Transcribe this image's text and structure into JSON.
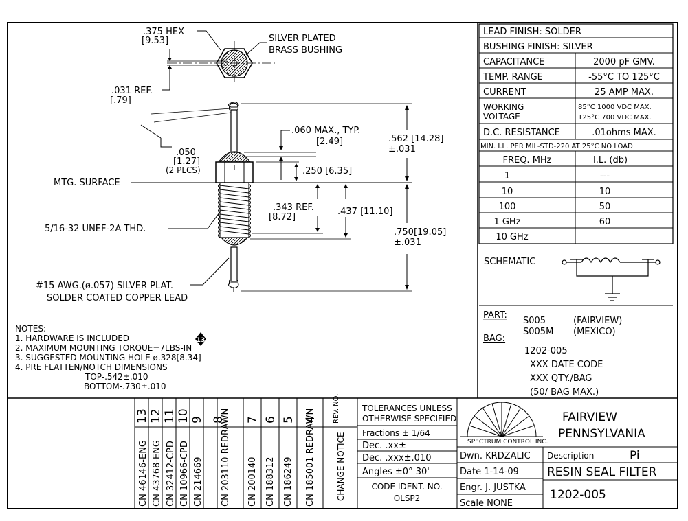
{
  "drawing": {
    "labels": {
      "hex": ".375 HEX",
      "hex_mm": "[9.53]",
      "bushing1": "SILVER PLATED",
      "bushing2": "BRASS BUSHING",
      "ref031": ".031 REF.",
      "ref031_mm": "[.79]",
      "dim050": ".050",
      "dim050_mm": "[1.27]",
      "dim050_note": "(2 PLCS)",
      "dim060": ".060 MAX., TYP.",
      "dim060_mm": "[2.49]",
      "dim562": ".562 [14.28]",
      "dim562_tol": "±.031",
      "dim250": ".250 [6.35]",
      "mtg": "MTG. SURFACE",
      "dim343": ".343  REF.",
      "dim343_mm": "[8.72]",
      "dim437": ".437 [11.10]",
      "thread": "5/16-32 UNEF-2A THD.",
      "dim750": ".750[19.05]",
      "dim750_tol": "±.031",
      "lead1": "#15 AWG.(ø.057) SILVER PLAT.",
      "lead2": "SOLDER COATED COPPER LEAD"
    },
    "notes": [
      "NOTES:",
      "1. HARDWARE IS INCLUDED",
      "2. MAXIMUM MOUNTING TORQUE=7LBS-IN",
      "3. SUGGESTED MOUNTING HOLE ø.328[8.34]",
      "4. PRE FLATTEN/NOTCH DIMENSIONS",
      "TOP-.542±.010",
      "BOTTOM-.730±.010"
    ],
    "note_badge": "13"
  },
  "spec_table": {
    "lead_finish": "LEAD FINISH:  SOLDER",
    "bushing_finish": "BUSHING FINISH:  SILVER",
    "rows": [
      {
        "label": "CAPACITANCE",
        "value": "2000 pF GMV."
      },
      {
        "label": "TEMP. RANGE",
        "value": "-55°C TO 125°C"
      },
      {
        "label": "CURRENT",
        "value": "25  AMP MAX."
      }
    ],
    "working_label1": "WORKING",
    "working_label2": "VOLTAGE",
    "working_value1": "85°C 1000 VDC MAX.",
    "working_value2": "125°C 700 VDC MAX.",
    "dc_label": "D.C. RESISTANCE",
    "dc_value": ".01ohms MAX.",
    "il_header": "MIN. I.L. PER MIL-STD-220 AT 25°C NO LOAD",
    "freq_header": "FREQ. MHz",
    "il_col_header": "I.L. (db)",
    "il_rows": [
      {
        "freq": "1",
        "il": "---"
      },
      {
        "freq": "10",
        "il": "10"
      },
      {
        "freq": "100",
        "il": "50"
      },
      {
        "freq": "1 GHz",
        "il": "60"
      },
      {
        "freq": "10 GHz",
        "il": ""
      }
    ],
    "schematic_label": "SCHEMATIC",
    "part_label": "PART:",
    "part1_num": "S005",
    "part1_loc": "(FAIRVIEW)",
    "part2_num": "S005M",
    "part2_loc": "(MEXICO)",
    "bag_label": "BAG:",
    "bag_num": "1202-005",
    "bag_line1": "XXX  DATE CODE",
    "bag_line2": "XXX QTY./BAG",
    "bag_line3": "(50/ BAG MAX.)"
  },
  "revisions": {
    "header": "REV. NO.",
    "items": [
      {
        "no": "13",
        "desc": "CN 46146-ENG"
      },
      {
        "no": "12",
        "desc": "CN 43768-ENG"
      },
      {
        "no": "11",
        "desc": "CN 32412-CPD"
      },
      {
        "no": "10",
        "desc": "CN 10966-CPD"
      },
      {
        "no": "9",
        "desc": "CN 214669"
      },
      {
        "no": "8",
        "desc": "CN 203110 REDRAWN"
      },
      {
        "no": "7",
        "desc": "CN 200140"
      },
      {
        "no": "6",
        "desc": "CN 188312"
      },
      {
        "no": "5",
        "desc": "CN 186249"
      },
      {
        "no": "4",
        "desc": "CN 185001 REDRAWN"
      }
    ],
    "change_notice": "CHANGE NOTICE"
  },
  "title_block": {
    "tol1": "TOLERANCES UNLESS",
    "tol2": "OTHERWISE SPECIFIED",
    "fractions": "Fractions ± 1/64",
    "dec2": "Dec. .xx±",
    "dec3": "Dec. .xxx±.010",
    "angles": "Angles ±0° 30'",
    "code1": "CODE IDENT. NO.",
    "code2": "OLSP2",
    "logo_text": "SPECTRUM CONTROL INC.",
    "company1": "FAIRVIEW",
    "company2": "PENNSYLVANIA",
    "dwn": "Dwn. KRDZALIC",
    "date": "Date 1-14-09",
    "engr": "Engr. J. JUSTKA",
    "scale": "Scale  NONE",
    "desc_label": "Description",
    "desc_value": "Pi",
    "title": "RESIN SEAL FILTER",
    "number": "1202-005"
  }
}
